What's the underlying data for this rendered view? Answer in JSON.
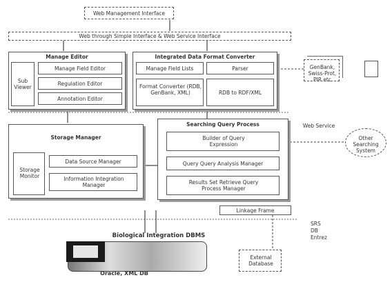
{
  "top_box": {
    "line1": "Web Management Interface"
  },
  "interface_bar": {
    "label": "Web through Simple Interface & Web Service Interface"
  },
  "manage_editor": {
    "title": "Manage Editor",
    "sub_left": "Sub Viewer",
    "items": [
      "Manage Field Editor",
      "Regulation Editor",
      "Annotation Editor"
    ]
  },
  "converter": {
    "title": "Integrated Data Format Converter",
    "items": [
      "Manage Field Lists",
      "Parser",
      "Format Converter (RDB, GenBank, XML)",
      "RDB to RDF/XML"
    ]
  },
  "right_docs": {
    "label": "GenBank, Swiss-Prot, PIR etc"
  },
  "storage_manager": {
    "title": "Storage Manager",
    "sub_left": "Storage Monitor",
    "items": [
      "Data Source Manager",
      "Information Integration Manager"
    ]
  },
  "searching_query": {
    "title": "Searching Query Process",
    "items": [
      "Builder of Query Expression",
      "Query Query Analysis Manager",
      "Results Set Retrieve Query Process Manager"
    ]
  },
  "web_service_label": "Web Service",
  "other_systems": {
    "label": "Other Searching System"
  },
  "linkage_frame": {
    "label": "Linkage Frame"
  },
  "side_note": {
    "lines": [
      "SRS",
      "DB",
      "Entrez"
    ]
  },
  "external_db": {
    "label": "External Database"
  },
  "dbms_title": "Biological Integration DBMS",
  "dbms_sub": "Oracle, XML DB"
}
